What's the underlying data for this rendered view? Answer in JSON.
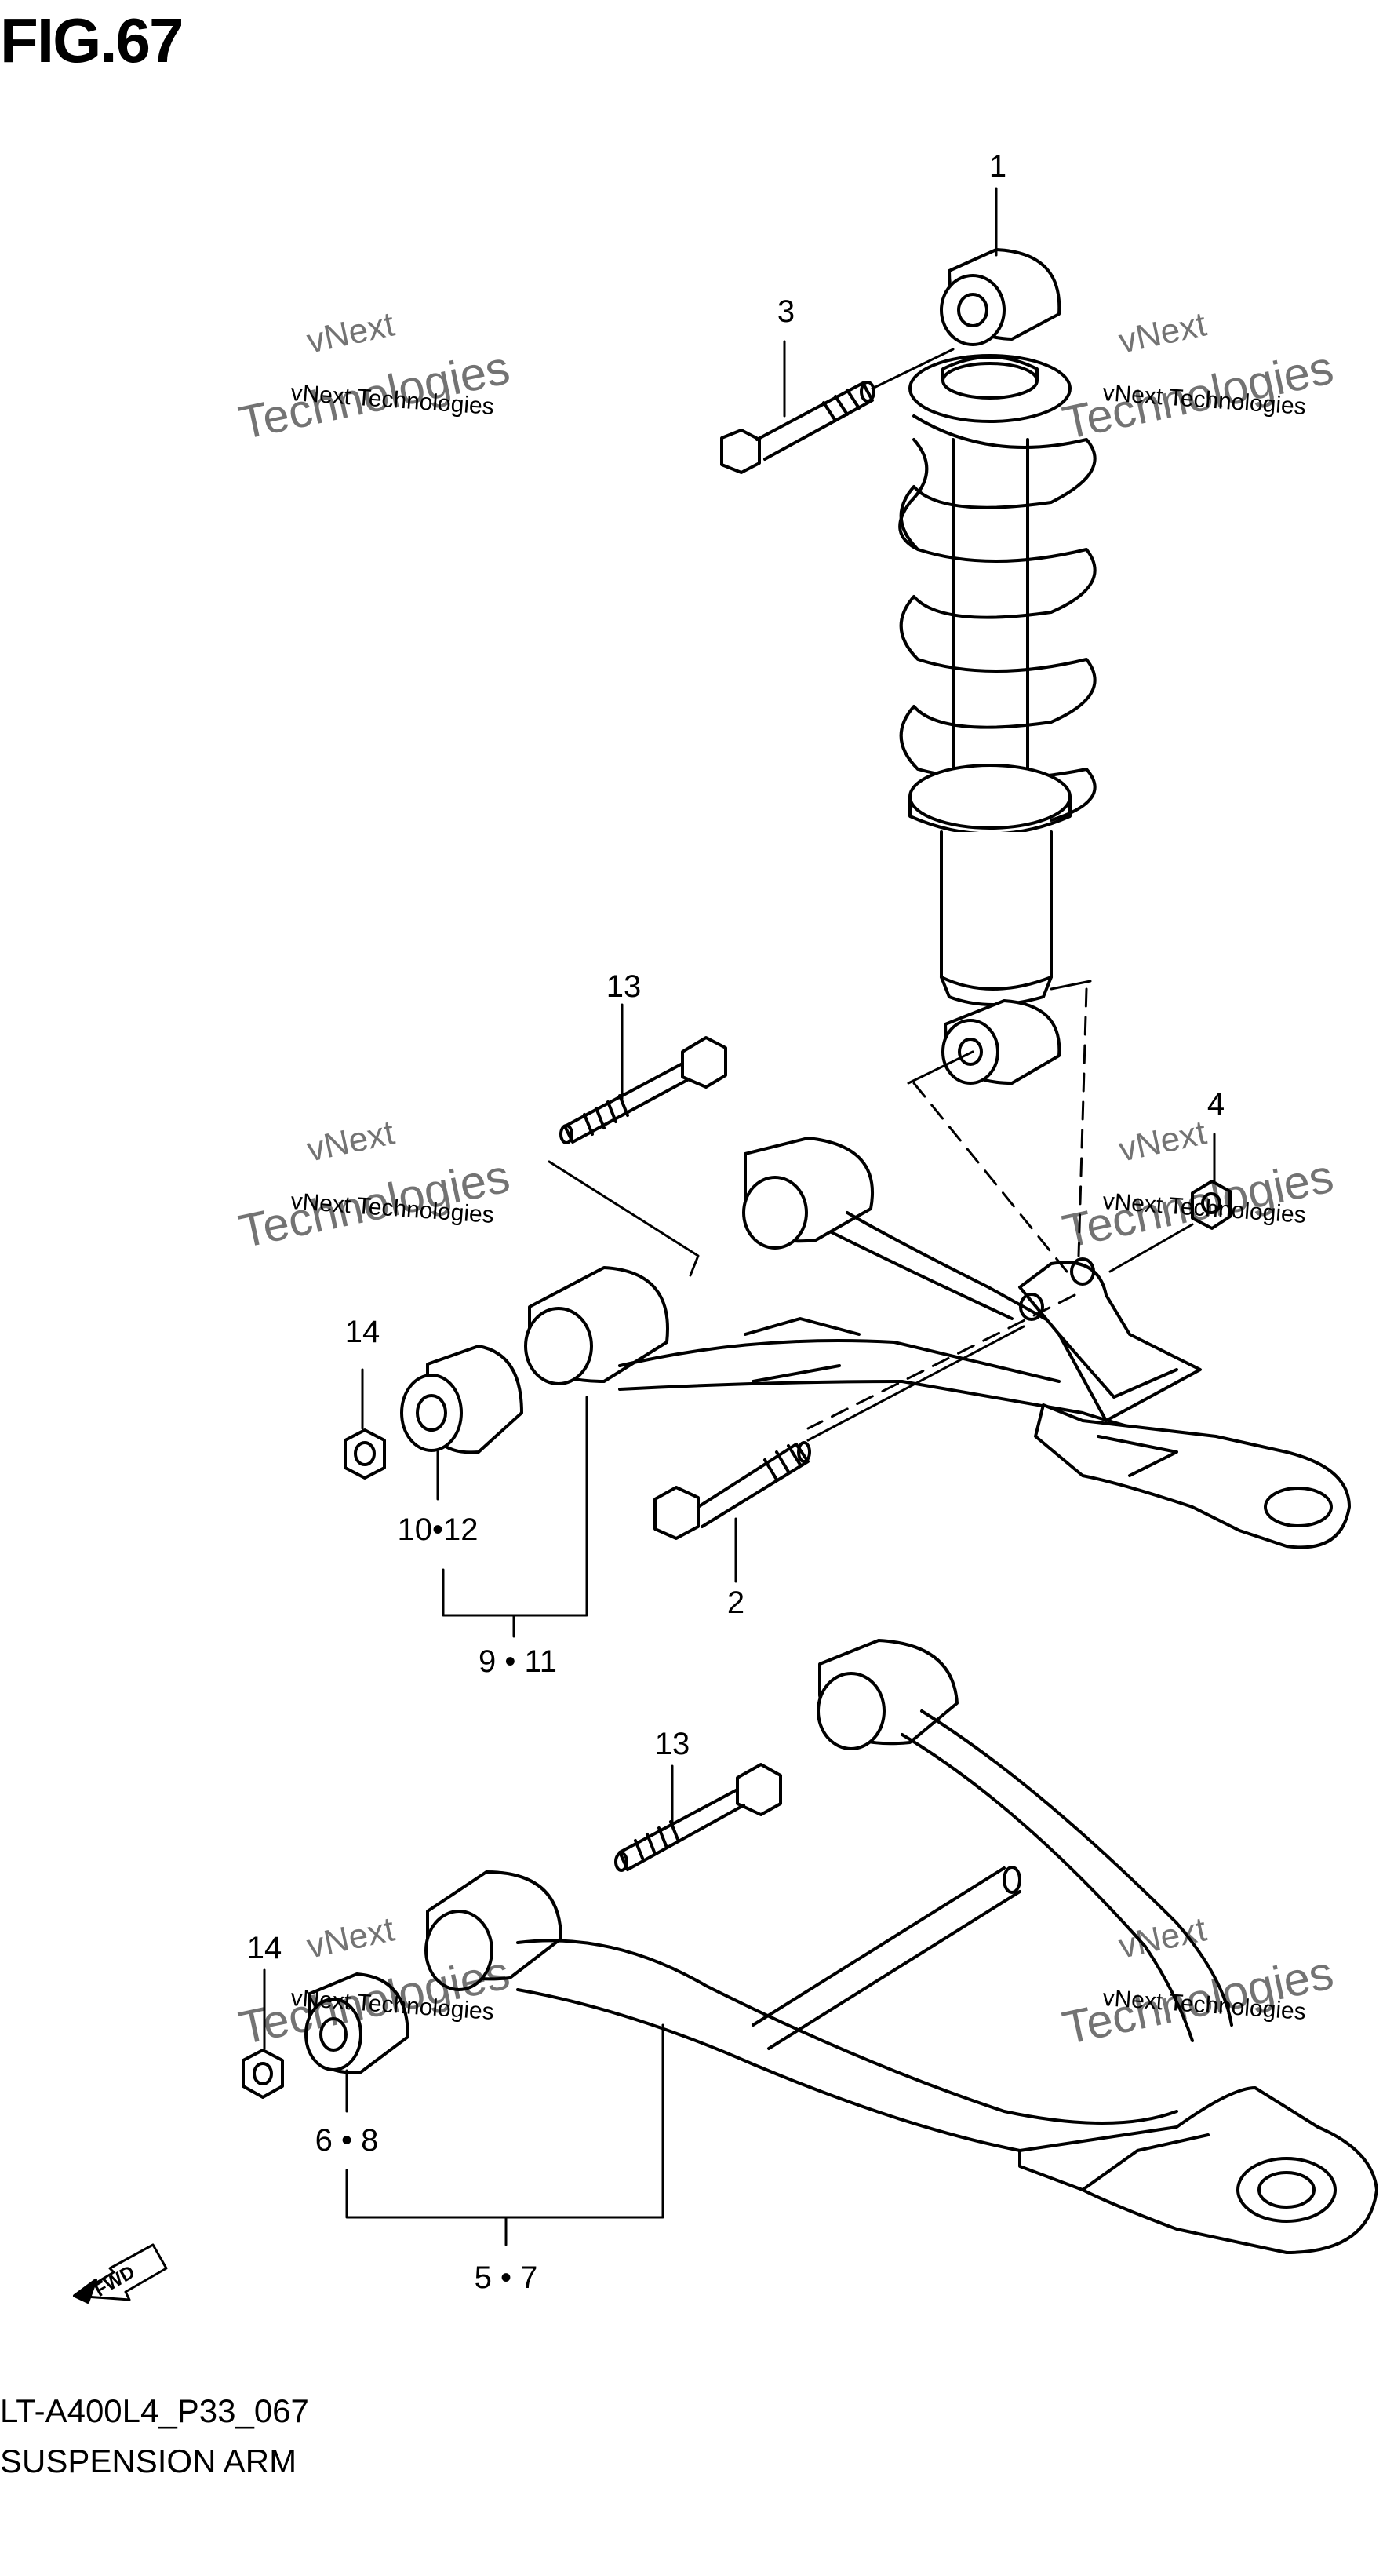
{
  "figure": {
    "title": "FIG.67"
  },
  "footer": {
    "code": "LT-A400L4_P33_067",
    "name": "SUSPENSION ARM"
  },
  "callouts": {
    "c1": "1",
    "c2": "2",
    "c3": "3",
    "c4": "4",
    "c13a": "13",
    "c13b": "13",
    "c14a": "14",
    "c14b": "14",
    "c10_12": "10•12",
    "c9_11": "9 • 11",
    "c6_8": "6 • 8",
    "c5_7": "5 • 7"
  },
  "fwd": {
    "label": "FWD"
  },
  "watermark": {
    "line1": "vNext",
    "line2": "vNext Technologies",
    "line3": "Technologies"
  }
}
